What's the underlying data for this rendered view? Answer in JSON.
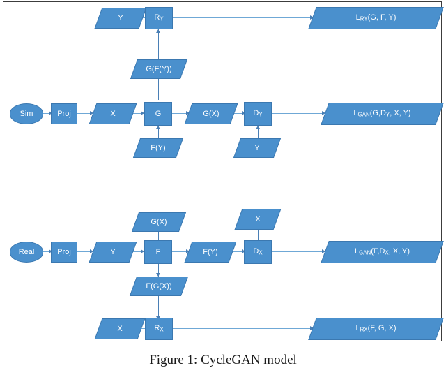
{
  "figure": {
    "caption": "Figure 1: CycleGAN model",
    "colors": {
      "node_fill": "#4a90cd",
      "node_border": "#3b78b0",
      "connector": "#6fa8d6",
      "frame": "#3c3c3c",
      "text": "#ffffff"
    }
  },
  "nodes": {
    "sim": {
      "label": "Sim",
      "shape": "cylinder"
    },
    "proj_top": {
      "label": "Proj",
      "shape": "rectangle"
    },
    "x_top": {
      "label": "X",
      "shape": "parallelogram"
    },
    "g": {
      "label": "G",
      "shape": "rectangle"
    },
    "gx_mid": {
      "label": "G(X)",
      "shape": "parallelogram"
    },
    "dy": {
      "label": "D",
      "sub": "Y",
      "shape": "rectangle"
    },
    "loss_gan_y": {
      "label": "L",
      "sub": "GAN",
      "tail": "(G,D",
      "sub2": "Y",
      "tail2": ", X, Y)",
      "shape": "parallelogram"
    },
    "y_top": {
      "label": "Y",
      "shape": "parallelogram"
    },
    "ry": {
      "label": "R",
      "sub": "Y",
      "shape": "rectangle"
    },
    "loss_ry": {
      "label": "L",
      "sub": "RY",
      "tail": "(G, F, Y)",
      "shape": "parallelogram"
    },
    "gfy": {
      "label": "G(F(Y))",
      "shape": "parallelogram"
    },
    "fy_below_g": {
      "label": "F(Y)",
      "shape": "parallelogram"
    },
    "y_below_dy": {
      "label": "Y",
      "shape": "parallelogram"
    },
    "real": {
      "label": "Real",
      "shape": "cylinder"
    },
    "proj_bot": {
      "label": "Proj",
      "shape": "rectangle"
    },
    "y_bot": {
      "label": "Y",
      "shape": "parallelogram"
    },
    "f": {
      "label": "F",
      "shape": "rectangle"
    },
    "fy_mid": {
      "label": "F(Y)",
      "shape": "parallelogram"
    },
    "dx": {
      "label": "D",
      "sub": "X",
      "shape": "rectangle"
    },
    "loss_gan_x": {
      "label": "L",
      "sub": "GAN",
      "tail": "(F,D",
      "sub2": "X",
      "tail2": ", X, Y)",
      "shape": "parallelogram"
    },
    "gx_above_f": {
      "label": "G(X)",
      "shape": "parallelogram"
    },
    "x_above_dx": {
      "label": "X",
      "shape": "parallelogram"
    },
    "fgx": {
      "label": "F(G(X))",
      "shape": "parallelogram"
    },
    "x_bot": {
      "label": "X",
      "shape": "parallelogram"
    },
    "rx": {
      "label": "R",
      "sub": "X",
      "shape": "rectangle"
    },
    "loss_rx": {
      "label": "L",
      "sub": "RX",
      "tail": "(F, G, X)",
      "shape": "parallelogram"
    }
  }
}
